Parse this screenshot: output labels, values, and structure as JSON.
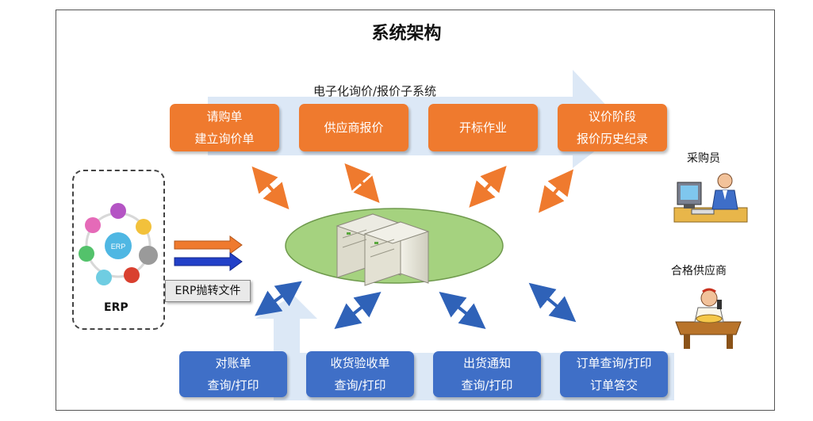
{
  "title": "系统架构",
  "subsystem_label": "电子化询价/报价子系统",
  "top_boxes": [
    {
      "line1": "请购单",
      "line2": "建立询价单"
    },
    {
      "line1": "供应商报价",
      "line2": ""
    },
    {
      "line1": "开标作业",
      "line2": ""
    },
    {
      "line1": "议价阶段",
      "line2": "报价历史纪录"
    }
  ],
  "bottom_boxes": [
    {
      "line1": "对账单",
      "line2": "查询/打印"
    },
    {
      "line1": "收货验收单",
      "line2": "查询/打印"
    },
    {
      "line1": "出货通知",
      "line2": "查询/打印"
    },
    {
      "line1": "订单查询/打印",
      "line2": "订单答交"
    }
  ],
  "roles": {
    "buyer": "采购员",
    "supplier": "合格供应商"
  },
  "erp": {
    "label": "ERP",
    "export_label": "ERP抛转文件",
    "center": "ERP"
  },
  "colors": {
    "orange": "#ef7a2e",
    "blue": "#3f6fc7",
    "band": "#dce8f6",
    "ellipse": "#a5d27f"
  }
}
